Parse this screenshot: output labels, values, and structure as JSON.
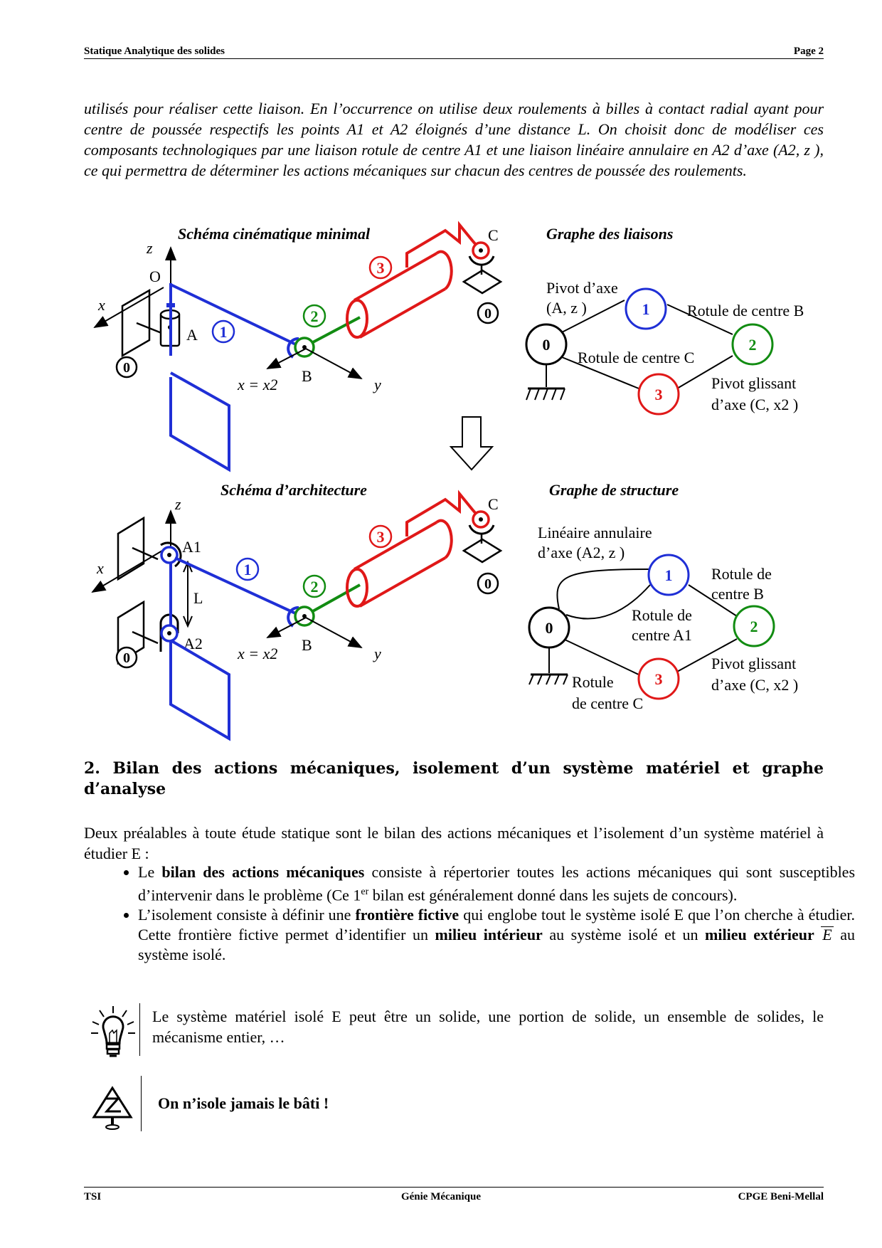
{
  "header": {
    "title": "Statique Analytique des solides",
    "page": "Page 2"
  },
  "intro_paragraph": "utilisés pour réaliser cette liaison. En l’occurrence on utilise deux roulements à billes à contact radial ayant pour centre de poussée respectifs les points A1 et A2 éloignés d’une distance L. On choisit donc de modéliser ces composants technologiques par une liaison rotule de centre A1 et une liaison linéaire annulaire en A2 d’axe (A2, z ), ce qui permettra de déterminer les actions mécaniques sur chacun des centres de poussée des roulements.",
  "figure": {
    "kin_title": "Schéma cinématique minimal",
    "arch_title": "Schéma d’architecture",
    "liaisons_title": "Graphe des liaisons",
    "structure_title": "Graphe de structure",
    "pts": {
      "O": "O",
      "A": "A",
      "A1": "A1",
      "A2": "A2",
      "B": "B",
      "C": "C",
      "L": "L"
    },
    "axes": {
      "x": "x",
      "y": "y",
      "z": "z",
      "x_eq": "x = x2"
    },
    "parts": {
      "p0": "0",
      "p1": "1",
      "p2": "2",
      "p3": "3"
    },
    "g1": {
      "pivot_l1": "Pivot d’axe",
      "pivot_l2": "(A, z )",
      "rot_b": "Rotule de centre B",
      "rot_c": "Rotule de centre C",
      "pg_l1": "Pivot glissant",
      "pg_l2": "d’axe (C, x2 )"
    },
    "g2": {
      "lin_l1": "Linéaire annulaire",
      "lin_l2": "d’axe (A2, z )",
      "rotb_l1": "Rotule de",
      "rotb_l2": "centre B",
      "rota_l1": "Rotule de",
      "rota_l2": "centre A1",
      "pg_l1": "Pivot glissant",
      "pg_l2": "d’axe (C, x2 )",
      "rotc_l1": "Rotule",
      "rotc_l2": "de centre C"
    }
  },
  "section2": {
    "title": "2. Bilan des actions mécaniques, isolement d’un système matériel et graphe d’analyse",
    "intro": "Deux préalables à toute étude statique sont le bilan des actions mécaniques et l’isolement d’un système matériel à étudier E :",
    "b1_pre": "Le ",
    "b1_bold": "bilan des actions mécaniques",
    "b1_post1": " consiste à répertorier toutes les actions mécaniques qui sont susceptibles d’intervenir dans le problème (Ce 1",
    "b1_sup": "er",
    "b1_post2": " bilan est généralement donné dans les sujets de concours).",
    "b2_pre": "L’isolement consiste à définir une ",
    "b2_bold1": "frontière fictive",
    "b2_mid1": " qui englobe tout le système isolé E que l’on cherche à étudier. Cette frontière fictive permet d’identifier un ",
    "b2_bold2": "milieu intérieur",
    "b2_mid2": " au système isolé et un ",
    "b2_bold3": "milieu extérieur",
    "b2_e": "E",
    "b2_post": " au système isolé.",
    "note": "Le système matériel isolé E peut être un solide, une portion de solide, un ensemble de solides, le mécanisme entier, …",
    "warning": "On n’isole jamais le bâti !"
  },
  "footer": {
    "left": "TSI",
    "center": "Génie Mécanique",
    "right": "CPGE Beni-Mellal"
  },
  "colors": {
    "blue": "#1f2fd6",
    "green": "#128c12",
    "red": "#e01818"
  }
}
